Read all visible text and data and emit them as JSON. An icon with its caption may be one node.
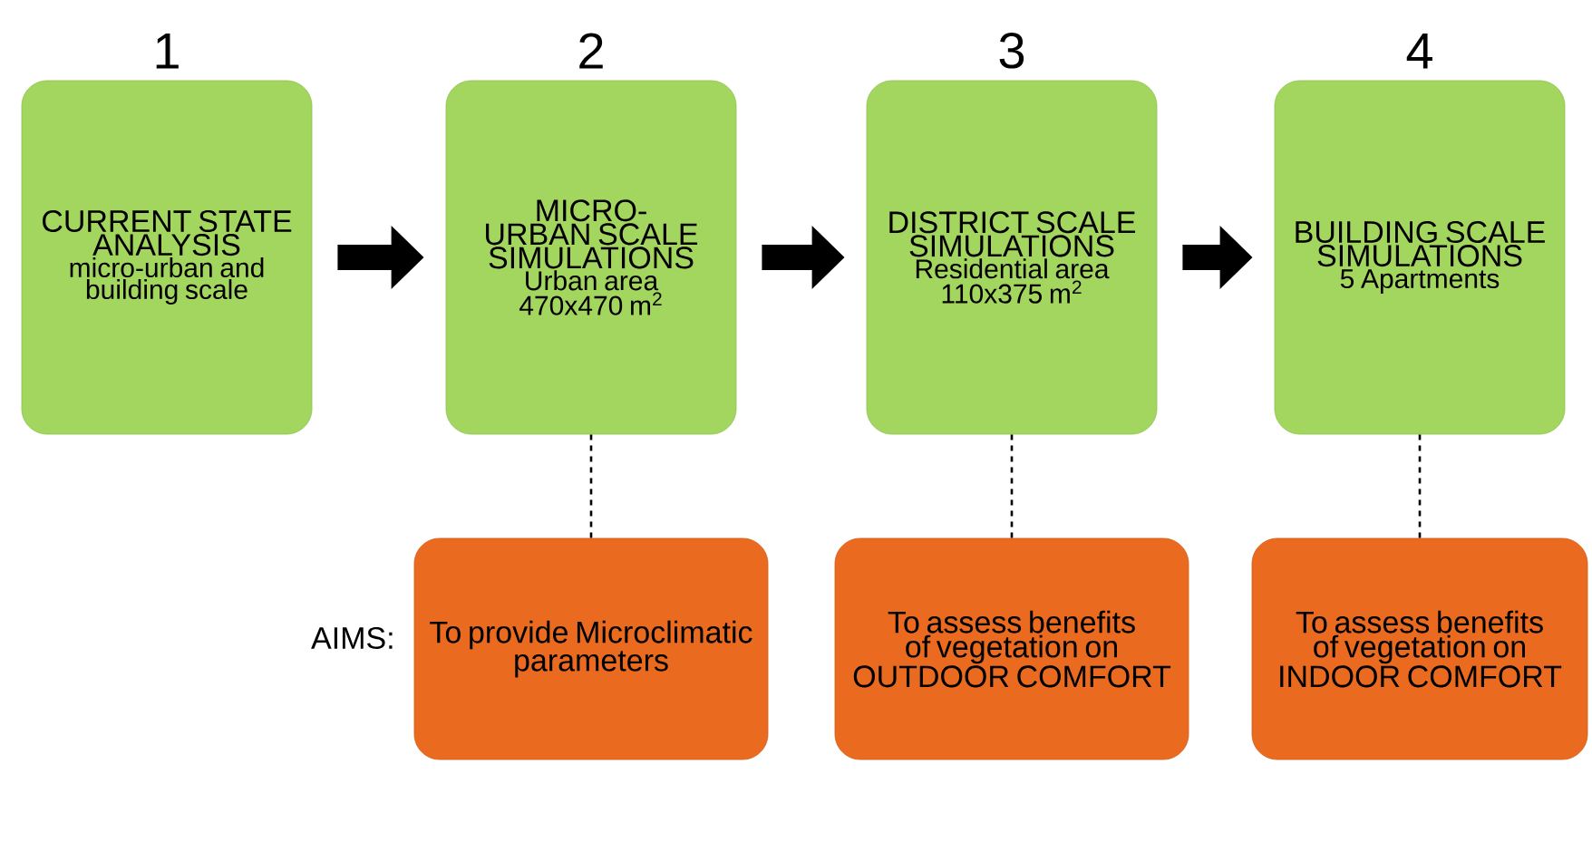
{
  "diagram": {
    "nodes": [
      {
        "text": [
          "1",
          "CURRENT STATE ANALYSIS",
          "micro-urban and building scale"
        ]
      },
      {
        "text": [
          "2",
          "MICRO-URBAN SCALE SIMULATIONS",
          "Urban area 470x470 m$^{2}$"
        ]
      },
      {
        "text": [
          "3",
          "DISTRICT SCALE SIMULATIONS",
          "Residential area 110x375 m$^{2}$"
        ]
      },
      {
        "text": [
          "4",
          "BUILDING SCALE SIMULATIONS",
          "5 Apartments"
        ]
      },
      {
        "text": [
          "To provide Microclimatic parameters"
        ]
      },
      {
        "text": [
          "To assess benefits of vegetation on OUTDOOR COMFORT"
        ]
      },
      {
        "text": [
          "To assess benefits of vegetation on INDOOR COMFORT"
        ]
      }
    ],
    "edges": [
      {
        "from": 0,
        "to": 1,
        "arrow": "to",
        "style": "thick"
      },
      {
        "from": 1,
        "to": 2,
        "arrow": "to",
        "style": "thick"
      },
      {
        "from": 2,
        "to": 3,
        "arrow": "to",
        "style": "thick"
      },
      {
        "from": 1,
        "to": 4,
        "arrow": "none",
        "style": "dashed"
      },
      {
        "from": 2,
        "to": 5,
        "arrow": "none",
        "style": "dashed"
      },
      {
        "from": 3,
        "to": 6,
        "arrow": "none",
        "style": "dashed"
      }
    ],
    "labels": [
      "AIMS:"
    ]
  }
}
